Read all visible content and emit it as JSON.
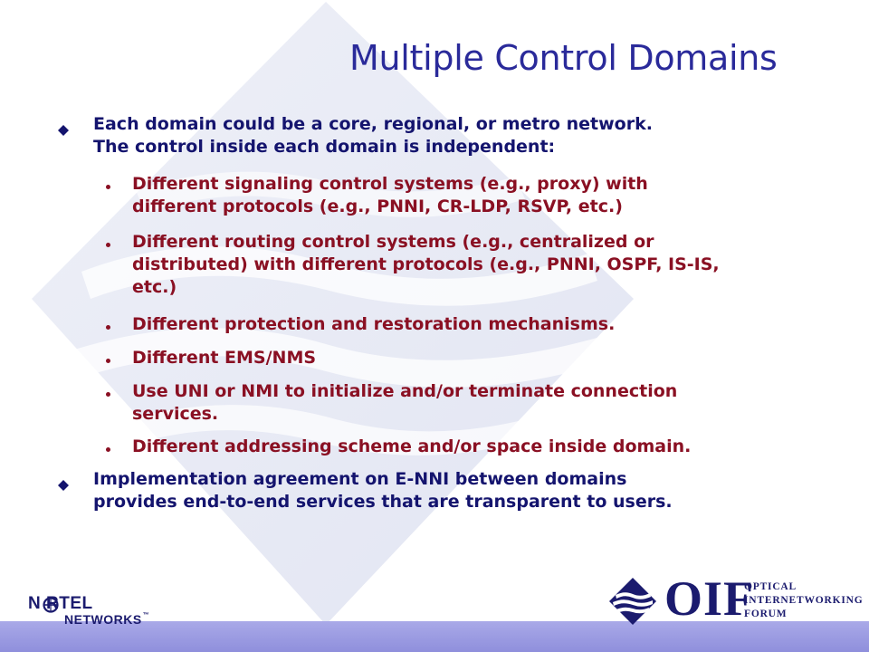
{
  "slide": {
    "title": "Multiple Control Domains",
    "bullets": [
      {
        "text": "Each domain could be a core, regional, or metro network.",
        "text2": "The control inside each domain is independent:"
      },
      {
        "text": "Implementation agreement on E-NNI between domains",
        "text2": "provides end-to-end services that are transparent to users."
      }
    ],
    "subbullets": [
      {
        "line1": "Different signaling control systems (e.g., proxy) with",
        "line2": "different protocols (e.g., PNNI, CR-LDP, RSVP, etc.)"
      },
      {
        "line1": "Different routing control systems (e.g., centralized or",
        "line2": "distributed) with different protocols (e.g., PNNI, OSPF, IS-IS,",
        "line3": "etc.)"
      },
      {
        "line1": "Different protection and restoration mechanisms."
      },
      {
        "line1": "Different EMS/NMS"
      },
      {
        "line1": "Use UNI or NMI to initialize and/or terminate connection",
        "line2": "services."
      },
      {
        "line1": "Different addressing scheme and/or space inside domain."
      }
    ]
  },
  "footer": {
    "nortel_line1": "N  RTEL",
    "nortel_line2": "NETWORKS",
    "nortel_tm": "™",
    "oif_letters": "OIF",
    "oif_line1": "OPTICAL",
    "oif_line2": "INTERNETWORKING",
    "oif_line3": "FORUM"
  },
  "colors": {
    "title": "#2a2a9a",
    "level1_text": "#14146e",
    "level2_text": "#8a1023",
    "footer_bar": "#a9a9e8",
    "watermark": "#e6e8f4"
  },
  "icons": {
    "level1_bullet": "diamond-icon",
    "level2_bullet": "dot-icon",
    "watermark": "diamond-watermark-icon"
  }
}
